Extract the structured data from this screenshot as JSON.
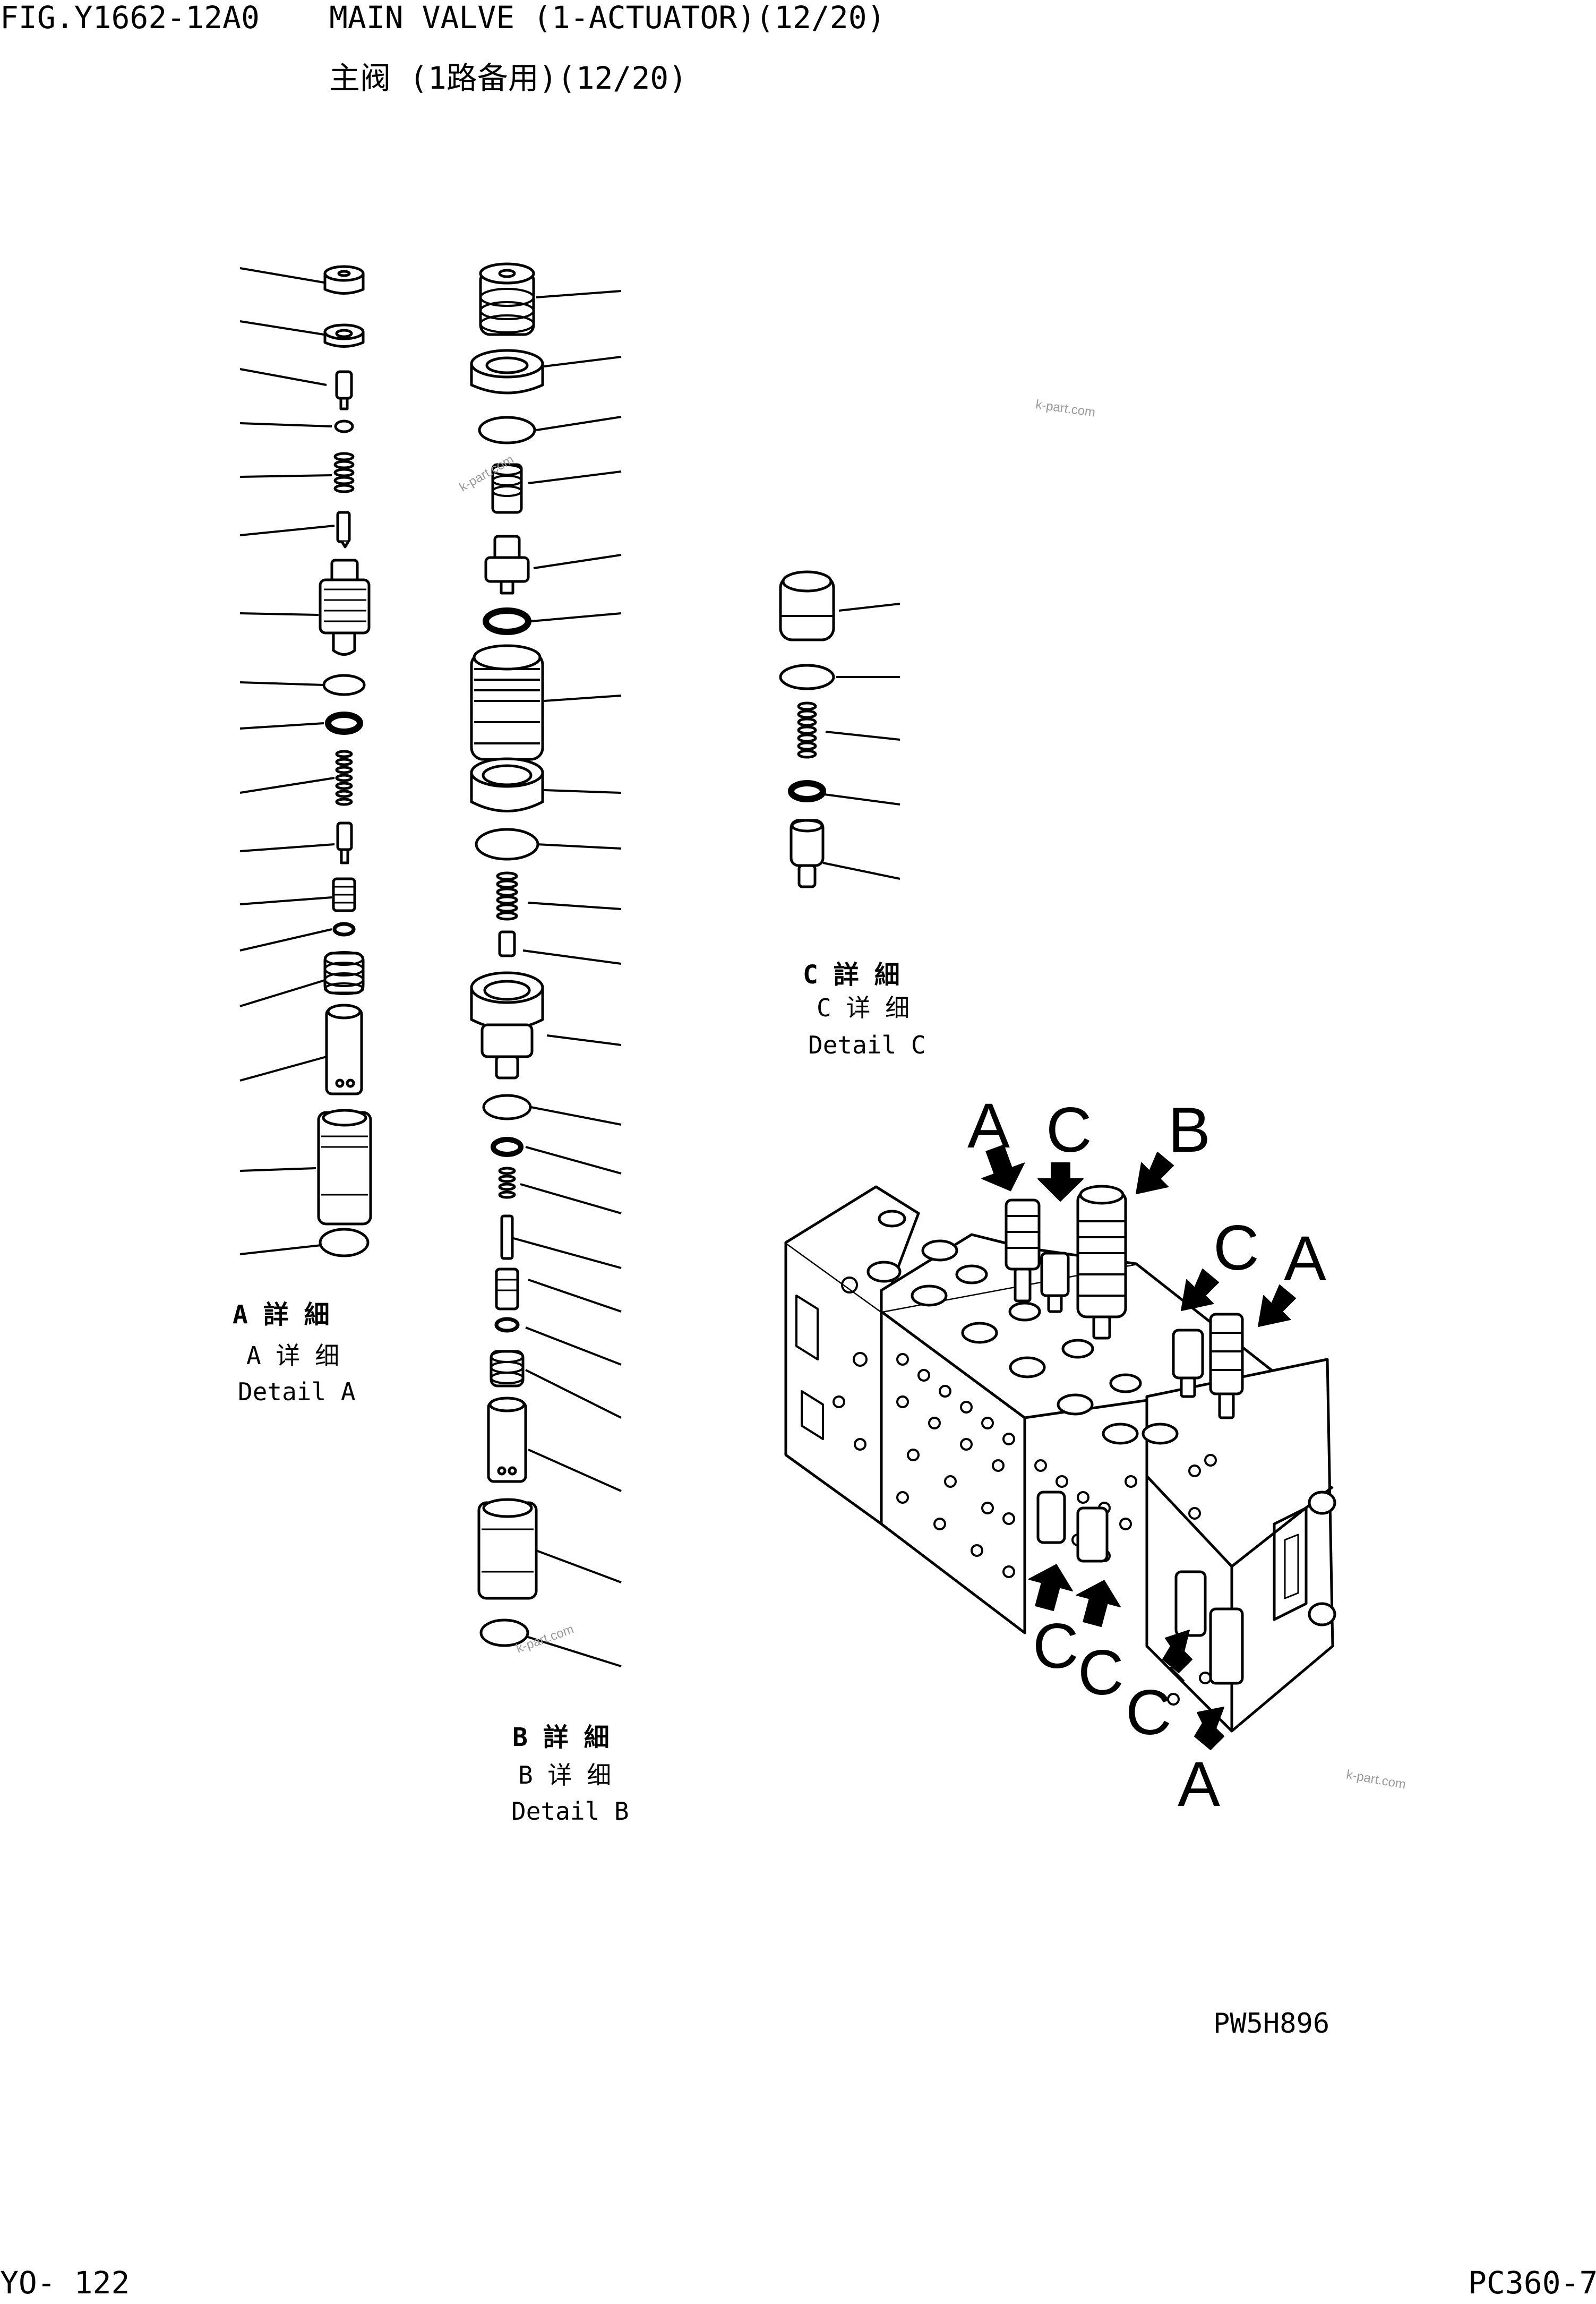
{
  "header": {
    "fig_no": "FIG.Y1662-12A0",
    "title_en": "MAIN VALVE (1-ACTUATOR)(12/20)",
    "title_cn": "主阀 (1路备用)(12/20)"
  },
  "details": {
    "a": {
      "jp": "A 詳 細",
      "cn": "A 详 细",
      "en": "Detail A"
    },
    "b": {
      "jp": "B 詳 細",
      "cn": "B 详 细",
      "en": "Detail B"
    },
    "c": {
      "jp": "C 詳 細",
      "cn": "C 详 细",
      "en": "Detail C"
    }
  },
  "markers": {
    "a": "A",
    "b": "B",
    "c": "C"
  },
  "watermark": "k-part.com",
  "drawing_no": "PW5H896",
  "footer": {
    "page": "YO- 122",
    "model": "PC360-7"
  }
}
